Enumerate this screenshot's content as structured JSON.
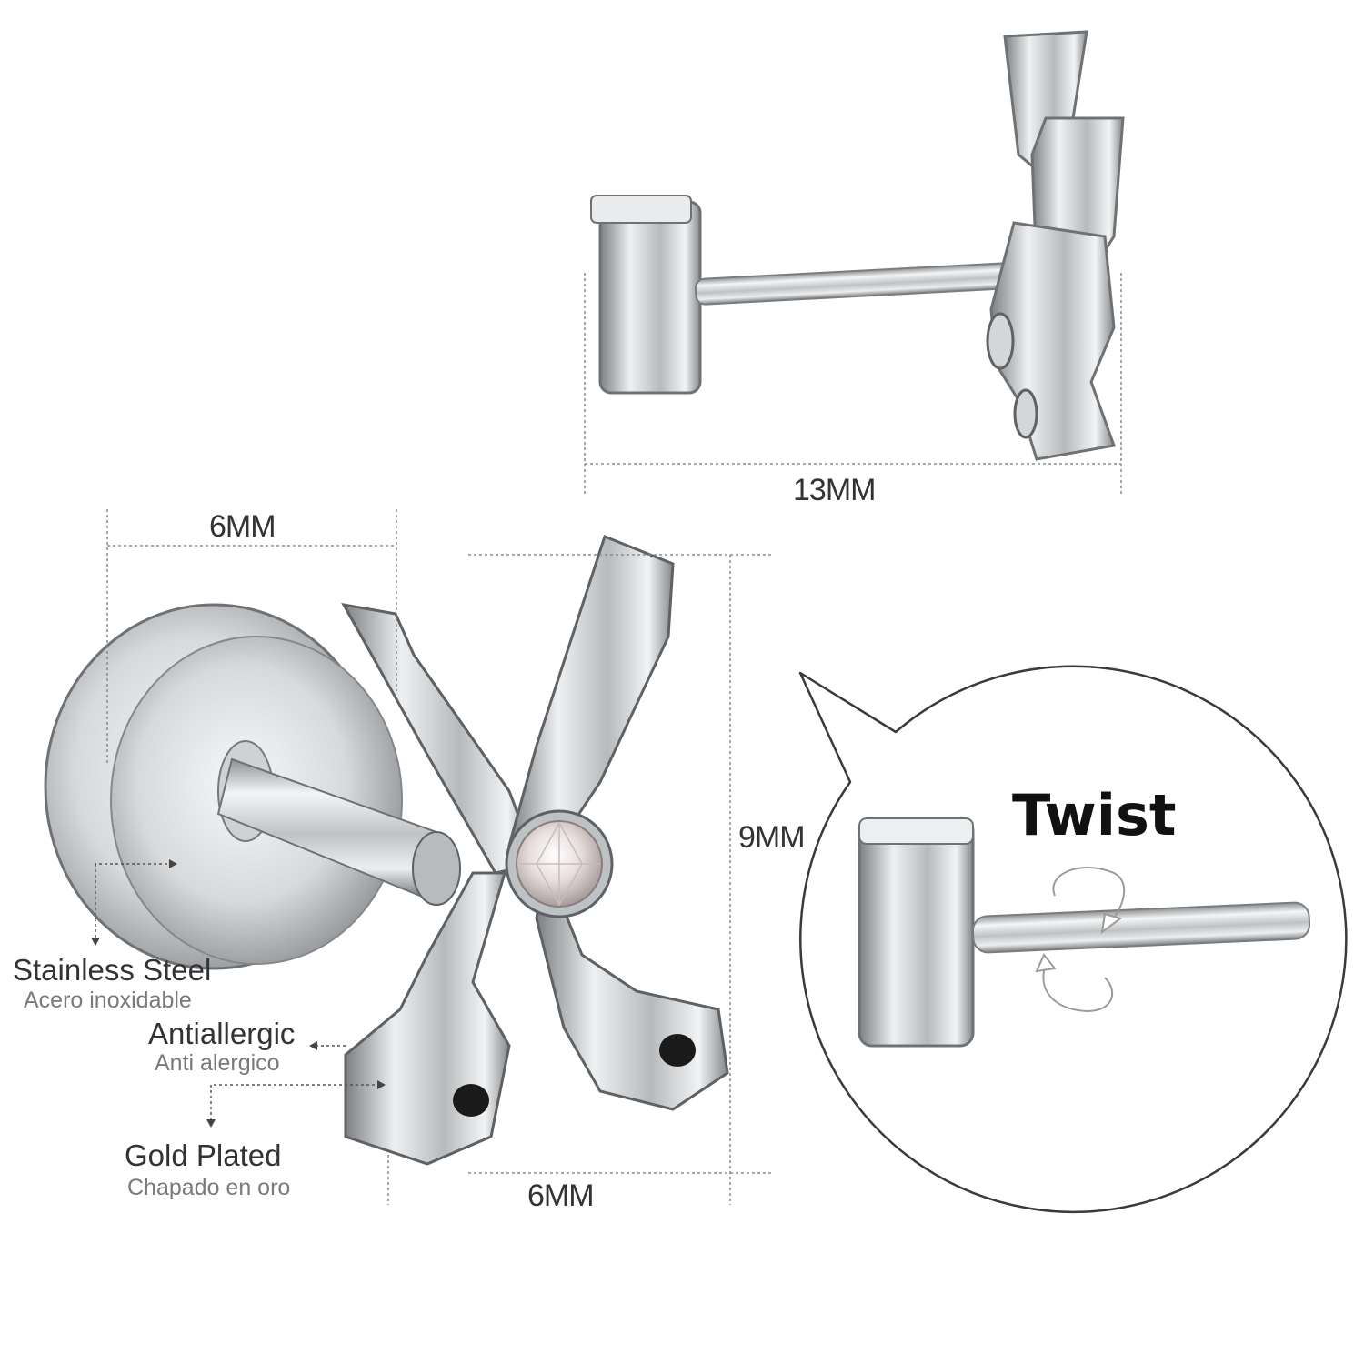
{
  "dimensions": {
    "side_length": "13MM",
    "back_width": "6MM",
    "front_width": "6MM",
    "front_height": "9MM"
  },
  "materials": [
    {
      "name": "Stainless Steel",
      "translation": "Acero inoxidable"
    },
    {
      "name": "Antiallergic",
      "translation": "Anti alergico"
    },
    {
      "name": "Gold Plated",
      "translation": "Chapado en oro"
    }
  ],
  "callout": {
    "label": "Twist"
  },
  "colors": {
    "metal": "#c9cbcd",
    "metal_dark": "#6f7275",
    "guide": "#8a8a8a",
    "text": "#333333"
  }
}
